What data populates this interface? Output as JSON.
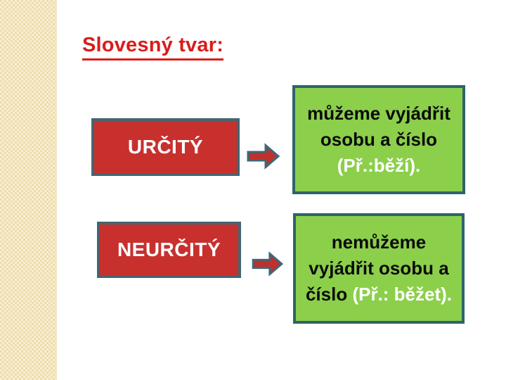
{
  "slide_title": {
    "text": "Slovesný tvar:"
  },
  "left_boxes": {
    "finite_label": "URČITÝ",
    "infinite_label": "NEURČITÝ"
  },
  "right_boxes": {
    "finite": {
      "line1": "můžeme vyjádřit",
      "line2": "osobu a číslo",
      "line3": "(Př.:běží)."
    },
    "infinite": {
      "line1": "nemůžeme",
      "line2": "vyjádřit osobu a",
      "line3_dark": "číslo ",
      "line3_light": "(Př.: běžet)."
    }
  },
  "icons": {
    "arrow_1": "arrow-right-icon",
    "arrow_2": "arrow-right-icon"
  },
  "colors": {
    "title_red": "#da1b1b",
    "red_box_fill": "#c8302e",
    "red_box_border": "#44656f",
    "green_box_fill": "#8ccf4b",
    "green_box_border": "#2e646b",
    "arrow_fill": "#c0302c",
    "arrow_outline": "#3c6878",
    "stripe_base": "#eedcab",
    "stripe_check": "#f8efd3",
    "dark_text": "#0b0b0b",
    "light_text": "#ffffff",
    "background": "#ffffff"
  }
}
